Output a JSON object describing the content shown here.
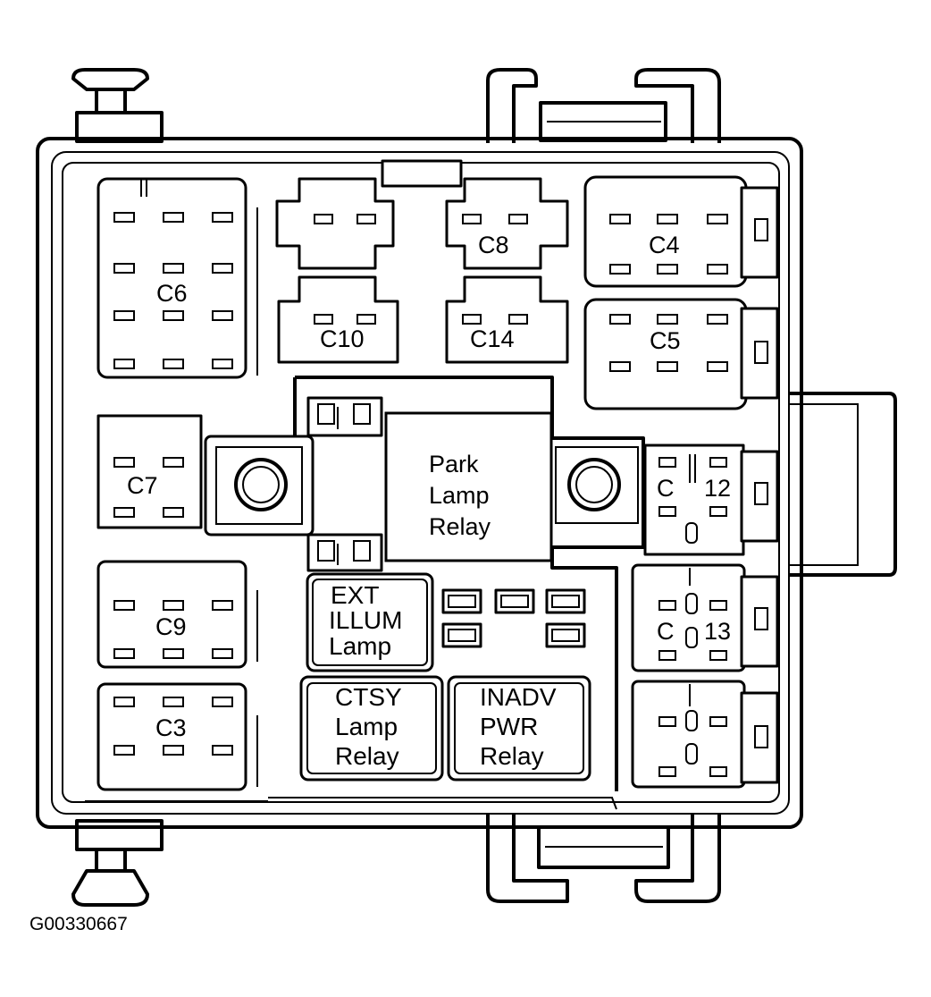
{
  "connectors": {
    "c6": "C6",
    "c8": "C8",
    "c4": "C4",
    "c10": "C10",
    "c14": "C14",
    "c5": "C5",
    "c7": "C7",
    "c12_c": "C",
    "c12_num": "12",
    "c9": "C9",
    "c13_c": "C",
    "c13_num": "13",
    "c3": "C3"
  },
  "relays": {
    "park": [
      "Park",
      "Lamp",
      "Relay"
    ],
    "ext": [
      "EXT",
      "ILLUM",
      "Lamp"
    ],
    "ctsy": [
      "CTSY",
      "Lamp",
      "Relay"
    ],
    "inadv": [
      "INADV",
      "PWR",
      "Relay"
    ]
  },
  "figure_id": "G00330667"
}
